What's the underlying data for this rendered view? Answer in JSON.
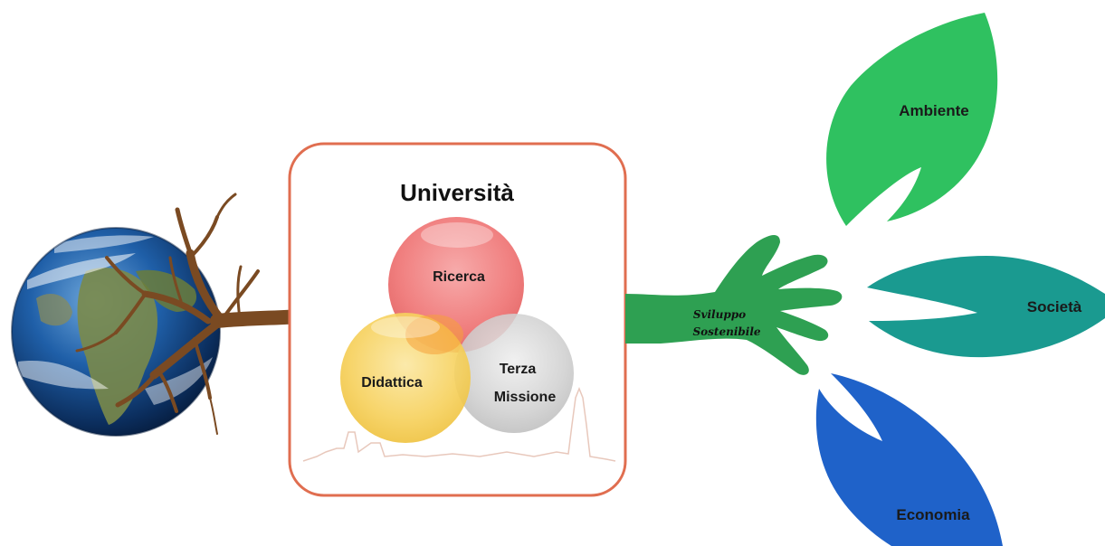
{
  "center_box": {
    "title": "Università"
  },
  "circles": {
    "ricerca": "Ricerca",
    "didattica": "Didattica",
    "terza_line1": "Terza",
    "terza_line2": "Missione"
  },
  "hand": {
    "line1": "Sviluppo",
    "line2": "Sostenibile"
  },
  "leaves": {
    "ambiente": "Ambiente",
    "societa": "Società",
    "economia": "Economia"
  },
  "colors": {
    "box_border": "#e06e50",
    "ricerca": "#f07b7b",
    "didattica": "#f7d060",
    "terza": "#c9c9c9",
    "hand": "#2ea052",
    "leaf_ambiente": "#2fc160",
    "leaf_societa": "#1a9a90",
    "leaf_economia": "#1f62c9",
    "roots": "#7a4a22"
  }
}
